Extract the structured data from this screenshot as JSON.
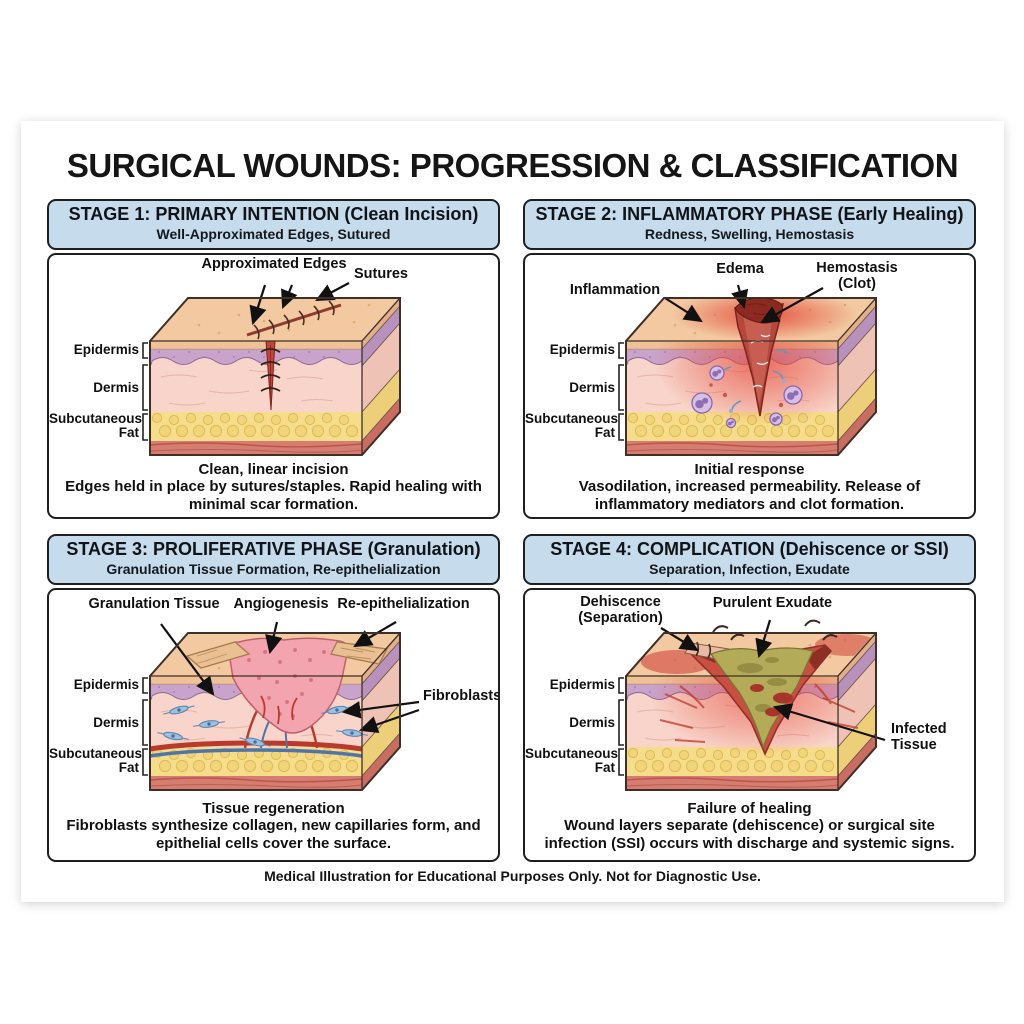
{
  "page": {
    "title": "SURGICAL WOUNDS: PROGRESSION & CLASSIFICATION",
    "footer": "Medical Illustration for Educational Purposes Only. Not for Diagnostic Use."
  },
  "layers": {
    "epidermis": "Epidermis",
    "dermis": "Dermis",
    "fat": "Subcutaneous Fat"
  },
  "colors": {
    "header_bg": "#c6dbec",
    "panel_border": "#1f1f1f",
    "skin_top_tan": "#f2c9a1",
    "epidermis_purple": "#c9a3cc",
    "dermis_pink": "#f8d4ca",
    "fat_yellow": "#f6dd8c",
    "muscle_red": "#d67d72",
    "wound_red": "#b5473c",
    "clot_dark_red": "#8c2a22",
    "granulation_pink": "#f2a5af",
    "exudate_olive": "#b4ab59",
    "inflammation_glow": "#e4503e",
    "fibroblast_blue": "#9ebfe0"
  },
  "panels": [
    {
      "header_title": "STAGE 1: PRIMARY INTENTION (Clean Incision)",
      "header_subtitle": "Well-Approximated Edges, Sutured",
      "labels": {
        "approximated_edges": "Approximated Edges",
        "sutures": "Sutures"
      },
      "caption_bold": "Clean, linear incision",
      "caption_text": "Edges held in place by sutures/staples. Rapid healing with minimal scar formation."
    },
    {
      "header_title": "STAGE 2: INFLAMMATORY PHASE (Early Healing)",
      "header_subtitle": "Redness, Swelling, Hemostasis",
      "labels": {
        "inflammation": "Inflammation",
        "edema": "Edema",
        "hemostasis": "Hemostasis\n(Clot)"
      },
      "caption_bold": "Initial response",
      "caption_text": "Vasodilation, increased permeability. Release of inflammatory mediators and clot formation."
    },
    {
      "header_title": "STAGE 3: PROLIFERATIVE PHASE (Granulation)",
      "header_subtitle": "Granulation Tissue Formation, Re-epithelialization",
      "labels": {
        "granulation": "Granulation Tissue",
        "angiogenesis": "Angiogenesis",
        "reepithelialization": "Re-epithelialization",
        "fibroblasts": "Fibroblasts"
      },
      "caption_bold": "Tissue regeneration",
      "caption_text": "Fibroblasts synthesize collagen, new capillaries form, and epithelial cells cover the surface."
    },
    {
      "header_title": "STAGE 4: COMPLICATION (Dehiscence or SSI)",
      "header_subtitle": "Separation, Infection, Exudate",
      "labels": {
        "dehiscence": "Dehiscence\n(Separation)",
        "purulent_exudate": "Purulent Exudate",
        "infected_tissue": "Infected\nTissue"
      },
      "caption_bold": "Failure of healing",
      "caption_text": "Wound layers separate (dehiscence) or surgical site infection (SSI) occurs with discharge and systemic signs."
    }
  ]
}
